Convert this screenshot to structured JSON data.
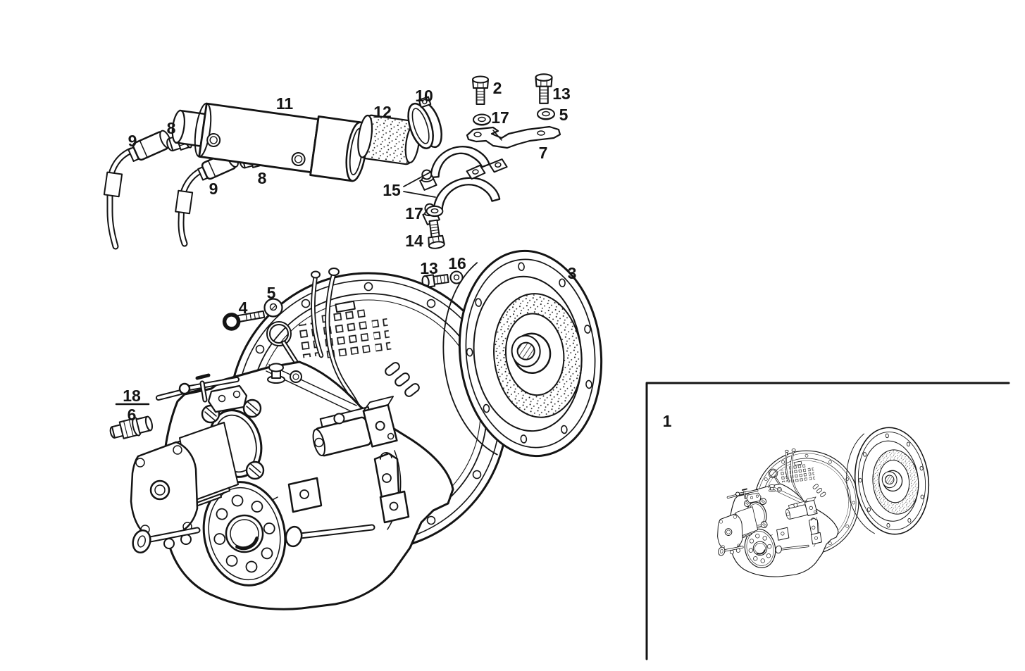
{
  "diagram": {
    "type": "exploded-parts-line-drawing",
    "background": "#ffffff",
    "line_color": "#141414"
  },
  "callouts": {
    "hose_left": "9",
    "fitting_left": "8",
    "heat_exchanger": "11",
    "sleeve": "12",
    "clamp": "10",
    "bolt_top_a": "2",
    "washer_top_a": "17",
    "bolt_top_b": "13",
    "washer_top_b": "5",
    "bracket": "7",
    "hose_right": "9",
    "fitting_right": "8",
    "strap_clamps": "15",
    "washer_mid": "17",
    "bolt_mid": "14",
    "bolt_low": "13",
    "washer_low": "16",
    "damper_plate": "3",
    "eye_bolt": "4",
    "washer_eye": "5",
    "sender_top": "18",
    "sender_bottom": "6",
    "inset_assembly": "1"
  }
}
